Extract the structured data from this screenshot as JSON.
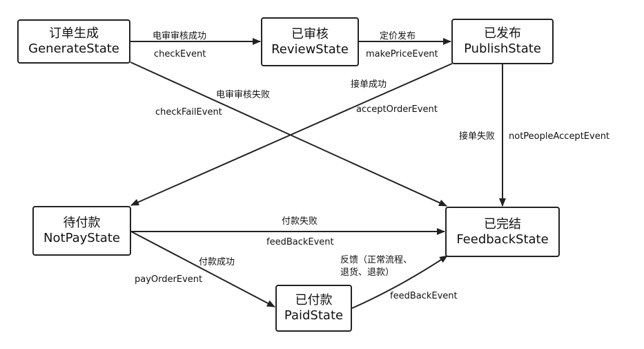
{
  "states": {
    "generate": {
      "zh": "订单生成",
      "en": "GenerateState"
    },
    "review": {
      "zh": "已审核",
      "en": "ReviewState"
    },
    "publish": {
      "zh": "已发布",
      "en": "PublishState"
    },
    "notpay": {
      "zh": "待付款",
      "en": "NotPayState"
    },
    "feedback": {
      "zh": "已完结",
      "en": "FeedbackState"
    },
    "paid": {
      "zh": "已付款",
      "en": "PaidState"
    }
  },
  "transitions": {
    "check_success": {
      "zh": "电审审核成功",
      "event": "checkEvent"
    },
    "make_price": {
      "zh": "定价发布",
      "event": "makePriceEvent"
    },
    "check_fail": {
      "zh": "电审审核失败",
      "event": "checkFailEvent"
    },
    "accept_order": {
      "zh": "接单成功",
      "event": "acceptOrderEvent"
    },
    "not_accept": {
      "zh": "接单失败",
      "event": "notPeopleAcceptEvent"
    },
    "pay_fail": {
      "zh": "付款失败",
      "event": "feedBackEvent"
    },
    "pay_success": {
      "zh": "付款成功",
      "event": "payOrderEvent"
    },
    "feedback": {
      "zh": "反馈（正常流程、\n退货、退款）",
      "event": "feedBackEvent"
    }
  }
}
